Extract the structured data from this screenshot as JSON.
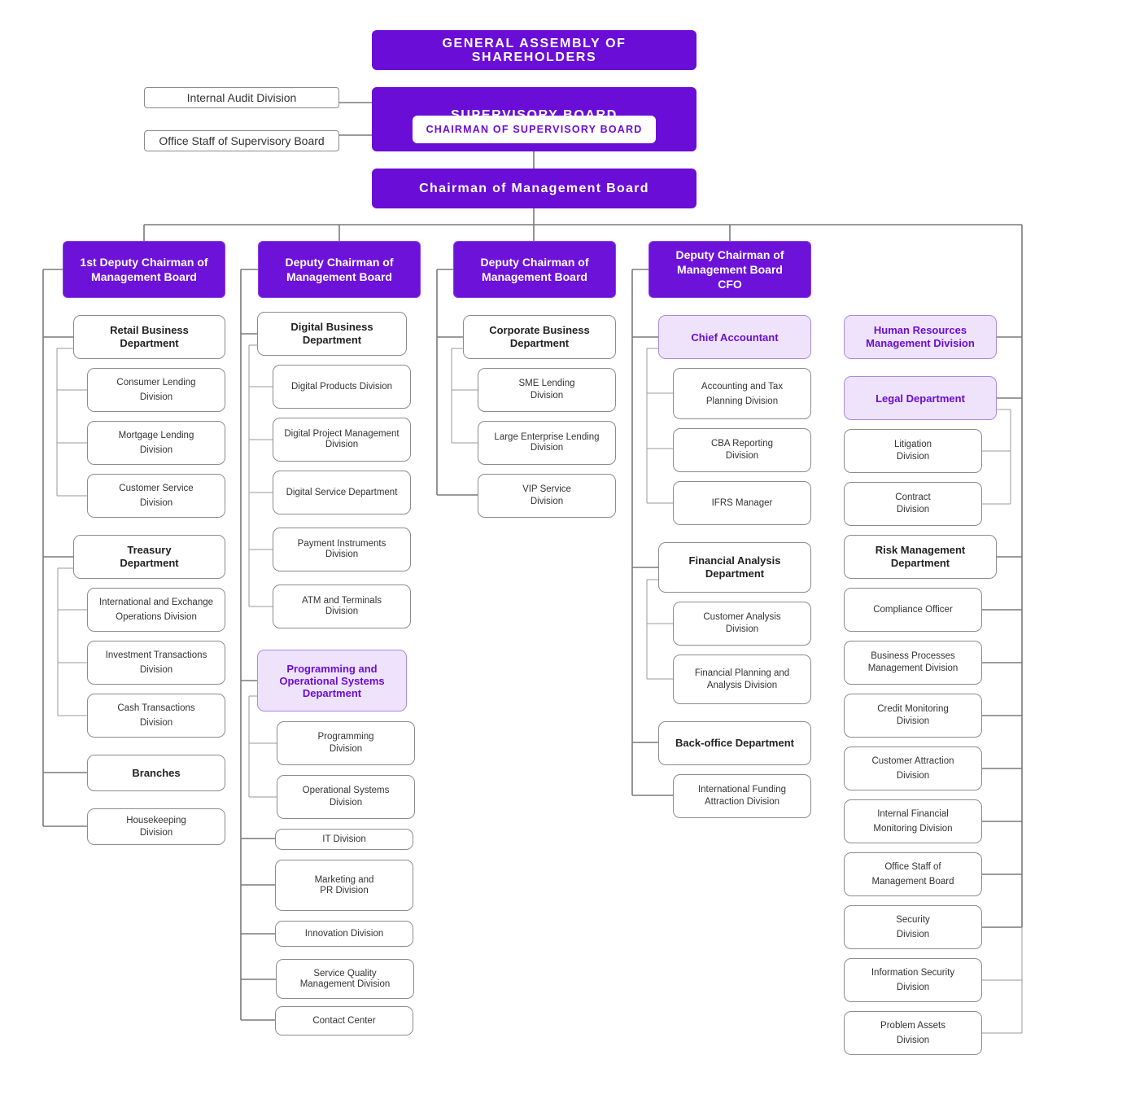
{
  "top": {
    "general_assembly": "GENERAL ASSEMBLY OF\nSHAREHOLDERS",
    "supervisory_board": "SUPERVISORY BOARD",
    "chairman_supervisory": "CHAIRMAN OF SUPERVISORY BOARD",
    "chairman_management": "Chairman of Management Board",
    "internal_audit": "Internal Audit Division",
    "office_staff_supervisory": "Office Staff of Supervisory Board"
  },
  "columns": {
    "col1": {
      "head": "1st Deputy Chairman of\nManagement Board",
      "retail": "Retail Business\nDepartment",
      "consumer_lending": "Consumer Lending\nDivision",
      "mortgage_lending": "Mortgage Lending\nDivision",
      "customer_service": "Customer Service\nDivision",
      "treasury": "Treasury\nDepartment",
      "intl_exchange": "International and Exchange\nOperations Division",
      "investment": "Investment Transactions\nDivision",
      "cash": "Cash Transactions\nDivision",
      "branches": "Branches",
      "housekeeping": "Housekeeping\nDivision"
    },
    "col2": {
      "head": "Deputy Chairman of\nManagement Board",
      "digital_business": "Digital Business\nDepartment",
      "digital_products": "Digital Products Division",
      "digital_project": "Digital Project Management\nDivision",
      "digital_service": "Digital Service Department",
      "payment_instruments": "Payment Instruments\nDivision",
      "atm": "ATM and Terminals\nDivision",
      "programming_ops": "Programming and\nOperational Systems\nDepartment",
      "programming": "Programming\nDivision",
      "operational_systems": "Operational Systems\nDivision",
      "it": "IT Division",
      "marketing": "Marketing and\nPR Division",
      "innovation": "Innovation Division",
      "service_quality": "Service Quality\nManagement Division",
      "contact_center": "Contact Center"
    },
    "col3": {
      "head": "Deputy Chairman of\nManagement Board",
      "corporate": "Corporate Business\nDepartment",
      "sme": "SME Lending\nDivision",
      "large_enterprise": "Large Enterprise Lending\nDivision",
      "vip": "VIP Service\nDivision"
    },
    "col4": {
      "head": "Deputy Chairman of\nManagement Board\nCFO",
      "chief_accountant": "Chief Accountant",
      "accounting_tax": "Accounting and Tax\nPlanning Division",
      "cba_reporting": "CBA Reporting\nDivision",
      "ifrs": "IFRS Manager",
      "financial_analysis": "Financial Analysis\nDepartment",
      "customer_analysis": "Customer Analysis\nDivision",
      "financial_planning": "Financial Planning and\nAnalysis Division",
      "back_office": "Back-office Department",
      "intl_funding": "International Funding\nAttraction Division"
    },
    "col5": {
      "hr": "Human Resources\nManagement Division",
      "legal": "Legal Department",
      "litigation": "Litigation\nDivision",
      "contract": "Contract\nDivision",
      "risk": "Risk Management\nDepartment",
      "compliance": "Compliance Officer",
      "business_processes": "Business Processes\nManagement Division",
      "credit_monitoring": "Credit Monitoring\nDivision",
      "customer_attraction": "Customer Attraction\nDivision",
      "internal_financial": "Internal Financial\nMonitoring Division",
      "office_staff_management": "Office Staff of\nManagement Board",
      "security": "Security\nDivision",
      "information_security": "Information Security\nDivision",
      "problem_assets": "Problem Assets\nDivision"
    }
  },
  "colors": {
    "primary_purple": "#6a0dd6",
    "highlight_fill": "#efe3fc",
    "connector_gray": "#8c8c8c"
  }
}
